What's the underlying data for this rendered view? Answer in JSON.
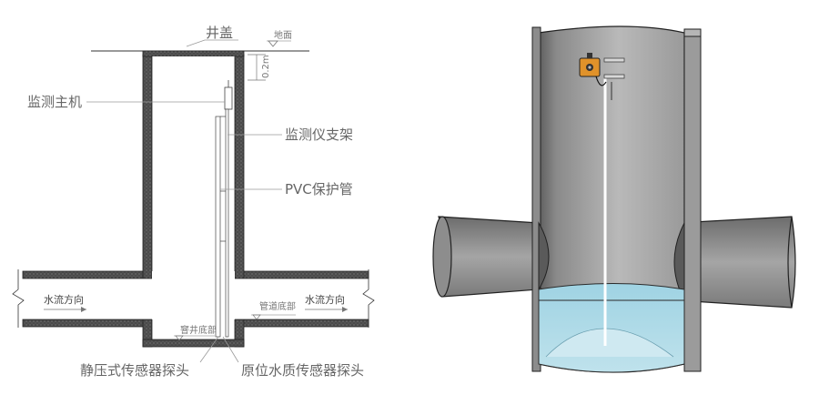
{
  "labels": {
    "cover": "井盖",
    "ground": "地面",
    "depth": "0.2m",
    "host": "监测主机",
    "bracket": "监测仪支架",
    "pvc": "PVC保护管",
    "flow_left": "水流方向",
    "flow_right": "水流方向",
    "well_bottom": "窨井底部",
    "pipe_bottom": "管道底部",
    "pressure_probe": "静压式传感器探头",
    "quality_probe": "原位水质传感器探头"
  },
  "colors": {
    "wall": "#3a3a3a",
    "leader": "#9a9a9a",
    "water": "#8ec9dc",
    "device": "#e0922a"
  }
}
